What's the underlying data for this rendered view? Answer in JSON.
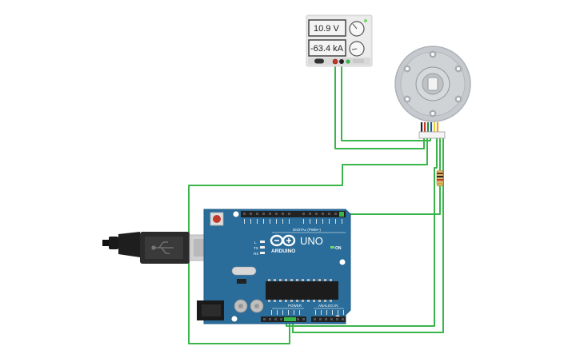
{
  "power_supply": {
    "voltage_display": "10.9 V",
    "current_display": "-63.4 kA"
  },
  "arduino": {
    "header_digital": "DIGITAL (PWM~)",
    "logo_text": "ARDUINO",
    "model": "UNO",
    "on_label": "ON",
    "power_label": "POWER",
    "analog_label": "ANALOG IN",
    "tx_label": "TX",
    "rx_label": "RX",
    "l_label": "L"
  },
  "colors": {
    "wire": "#3ab54a",
    "board": "#2a6d9b",
    "board_dark": "#1c5a85",
    "psu_body": "#e7e7e7",
    "motor_body": "#c9cdd0"
  }
}
